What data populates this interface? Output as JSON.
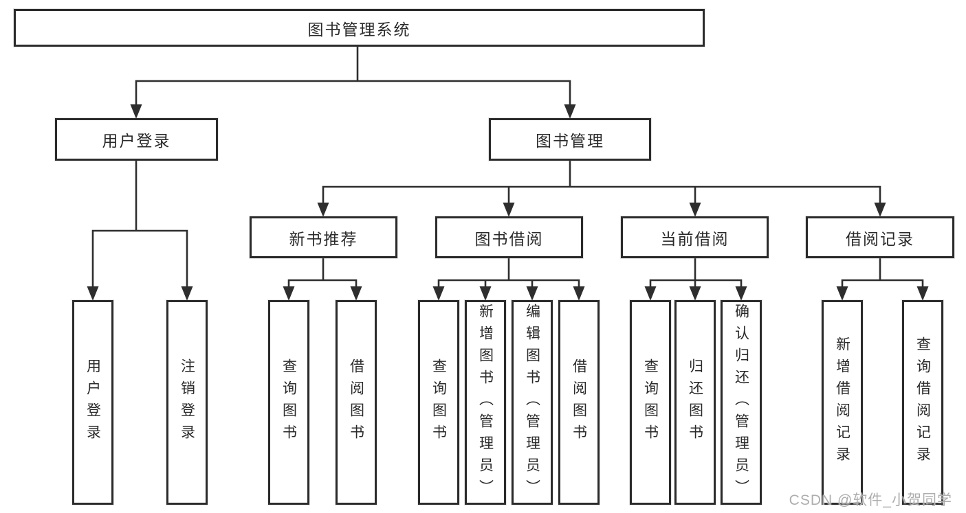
{
  "diagram": {
    "type": "hierarchy-tree",
    "title": "图书管理系统",
    "colors": {
      "line": "#2e2e2e",
      "box_border": "#2b2b2b",
      "box_background": "#ffffff",
      "text": "#2a2a2a",
      "watermark": "#aeaeae"
    },
    "nodes": {
      "root": "图书管理系统",
      "user_login": "用户登录",
      "book_mgmt": "图书管理",
      "new_book_rec": "新书推荐",
      "book_borrow": "图书借阅",
      "current_borrow": "当前借阅",
      "borrow_records": "借阅记录",
      "ul_user_login": "用户登录",
      "ul_logout": "注销登录",
      "nb_query_books": "查询图书",
      "nb_borrow_books": "借阅图书",
      "bb_query_books": "查询图书",
      "bb_add_books_admin": "新增图书（管理员）",
      "bb_edit_books_admin": "编辑图书（管理员）",
      "bb_borrow_books": "借阅图书",
      "cb_query_books": "查询图书",
      "cb_return_books": "归还图书",
      "cb_confirm_return_admin": "确认归还（管理员）",
      "br_add_record": "新增借阅记录",
      "br_query_record": "查询借阅记录"
    },
    "edges": [
      [
        "root",
        "user_login"
      ],
      [
        "root",
        "book_mgmt"
      ],
      [
        "user_login",
        "ul_user_login"
      ],
      [
        "user_login",
        "ul_logout"
      ],
      [
        "book_mgmt",
        "new_book_rec"
      ],
      [
        "book_mgmt",
        "book_borrow"
      ],
      [
        "book_mgmt",
        "current_borrow"
      ],
      [
        "book_mgmt",
        "borrow_records"
      ],
      [
        "new_book_rec",
        "nb_query_books"
      ],
      [
        "new_book_rec",
        "nb_borrow_books"
      ],
      [
        "book_borrow",
        "bb_query_books"
      ],
      [
        "book_borrow",
        "bb_add_books_admin"
      ],
      [
        "book_borrow",
        "bb_edit_books_admin"
      ],
      [
        "book_borrow",
        "bb_borrow_books"
      ],
      [
        "current_borrow",
        "cb_query_books"
      ],
      [
        "current_borrow",
        "cb_return_books"
      ],
      [
        "current_borrow",
        "cb_confirm_return_admin"
      ],
      [
        "borrow_records",
        "br_add_record"
      ],
      [
        "borrow_records",
        "br_query_record"
      ]
    ],
    "watermark": "CSDN @软件_小贺同学"
  }
}
